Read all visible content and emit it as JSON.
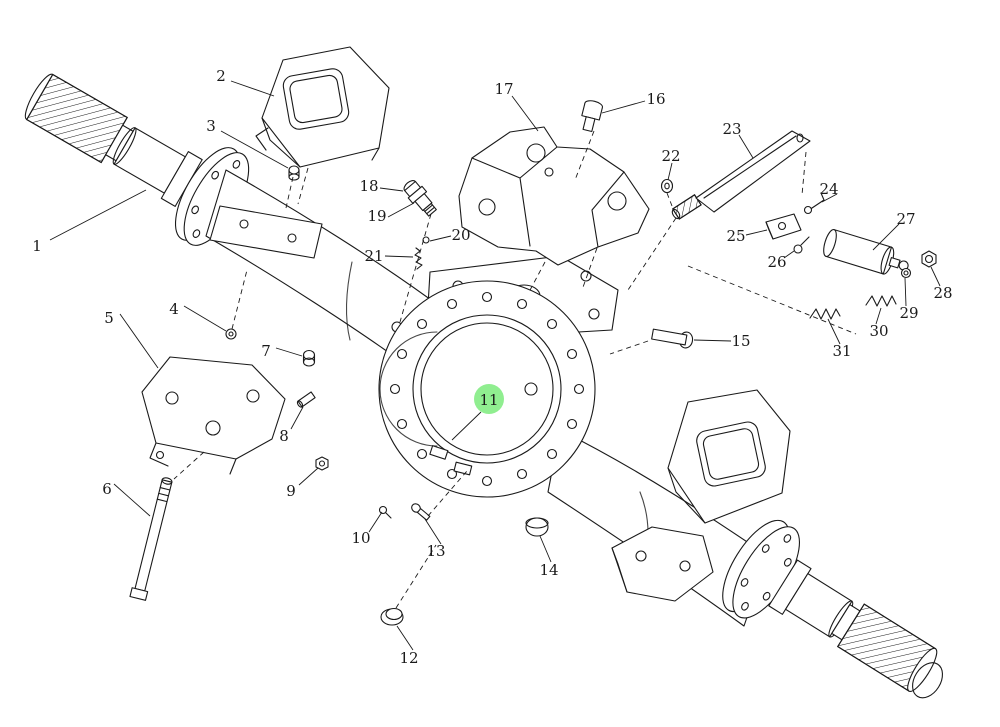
{
  "diagram": {
    "colors": {
      "background": "#ffffff",
      "line": "#1a1a1a",
      "highlight": "#90ee90"
    },
    "callouts": [
      {
        "label": "1",
        "highlighted": false
      },
      {
        "label": "2",
        "highlighted": false
      },
      {
        "label": "3",
        "highlighted": false
      },
      {
        "label": "4",
        "highlighted": false
      },
      {
        "label": "5",
        "highlighted": false
      },
      {
        "label": "6",
        "highlighted": false
      },
      {
        "label": "7",
        "highlighted": false
      },
      {
        "label": "8",
        "highlighted": false
      },
      {
        "label": "9",
        "highlighted": false
      },
      {
        "label": "10",
        "highlighted": false
      },
      {
        "label": "11",
        "highlighted": true
      },
      {
        "label": "12",
        "highlighted": false
      },
      {
        "label": "13",
        "highlighted": false
      },
      {
        "label": "14",
        "highlighted": false
      },
      {
        "label": "15",
        "highlighted": false
      },
      {
        "label": "16",
        "highlighted": false
      },
      {
        "label": "17",
        "highlighted": false
      },
      {
        "label": "18",
        "highlighted": false
      },
      {
        "label": "19",
        "highlighted": false
      },
      {
        "label": "20",
        "highlighted": false
      },
      {
        "label": "21",
        "highlighted": false
      },
      {
        "label": "22",
        "highlighted": false
      },
      {
        "label": "23",
        "highlighted": false
      },
      {
        "label": "24",
        "highlighted": false
      },
      {
        "label": "25",
        "highlighted": false
      },
      {
        "label": "26",
        "highlighted": false
      },
      {
        "label": "27",
        "highlighted": false
      },
      {
        "label": "28",
        "highlighted": false
      },
      {
        "label": "29",
        "highlighted": false
      },
      {
        "label": "30",
        "highlighted": false
      },
      {
        "label": "31",
        "highlighted": false
      }
    ]
  }
}
